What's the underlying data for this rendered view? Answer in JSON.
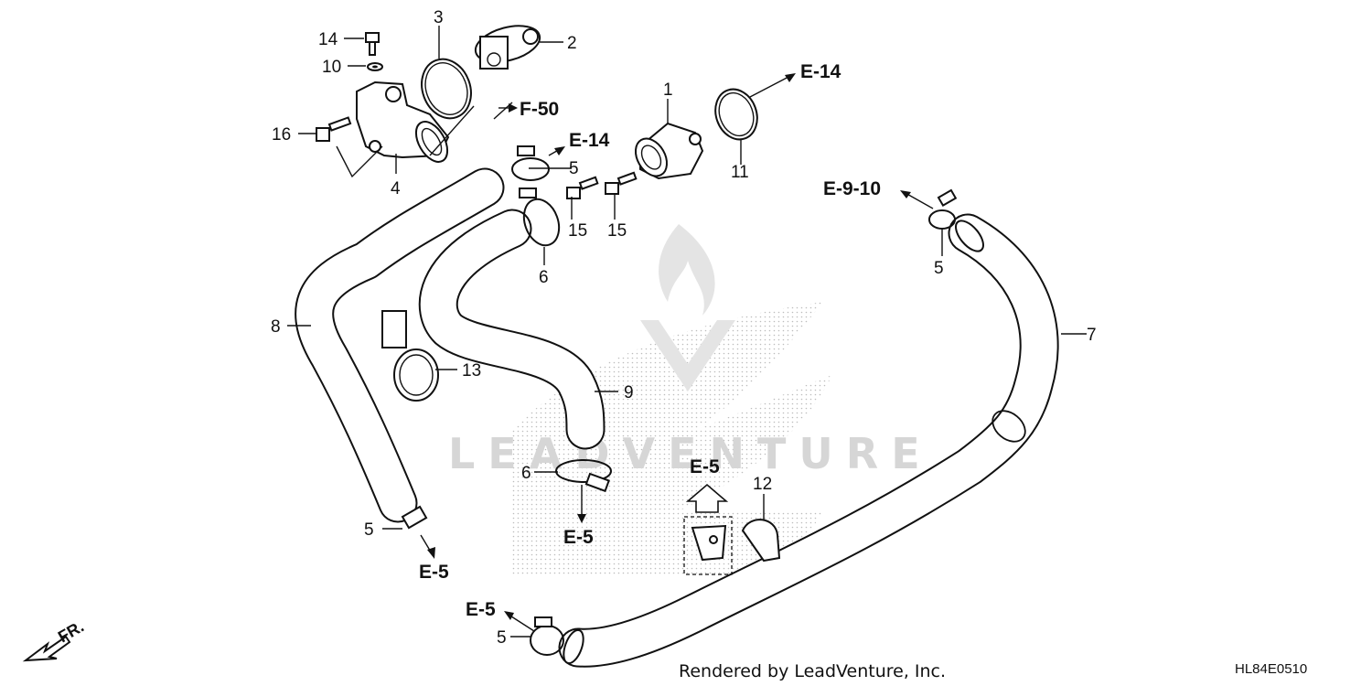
{
  "diagram": {
    "watermark_text": "LEADVENTURE",
    "footer_text": "Rendered by LeadVenture, Inc.",
    "diagram_code": "HL84E0510",
    "front_label": "FR.",
    "part_labels": {
      "p1": "1",
      "p2": "2",
      "p3": "3",
      "p4": "4",
      "p5a": "5",
      "p5b": "5",
      "p5c": "5",
      "p5d": "5",
      "p6a": "6",
      "p6b": "6",
      "p7": "7",
      "p8": "8",
      "p9": "9",
      "p10": "10",
      "p11": "11",
      "p12": "12",
      "p13": "13",
      "p14": "14",
      "p15a": "15",
      "p15b": "15",
      "p16": "16"
    },
    "references": {
      "r_e14_top": "E-14",
      "r_e14_mid": "E-14",
      "r_f50": "F-50",
      "r_e910": "E-9-10",
      "r_e5_center": "E-5",
      "r_e5_upper": "E-5",
      "r_e5_left": "E-5",
      "r_e5_bottom": "E-5"
    }
  }
}
